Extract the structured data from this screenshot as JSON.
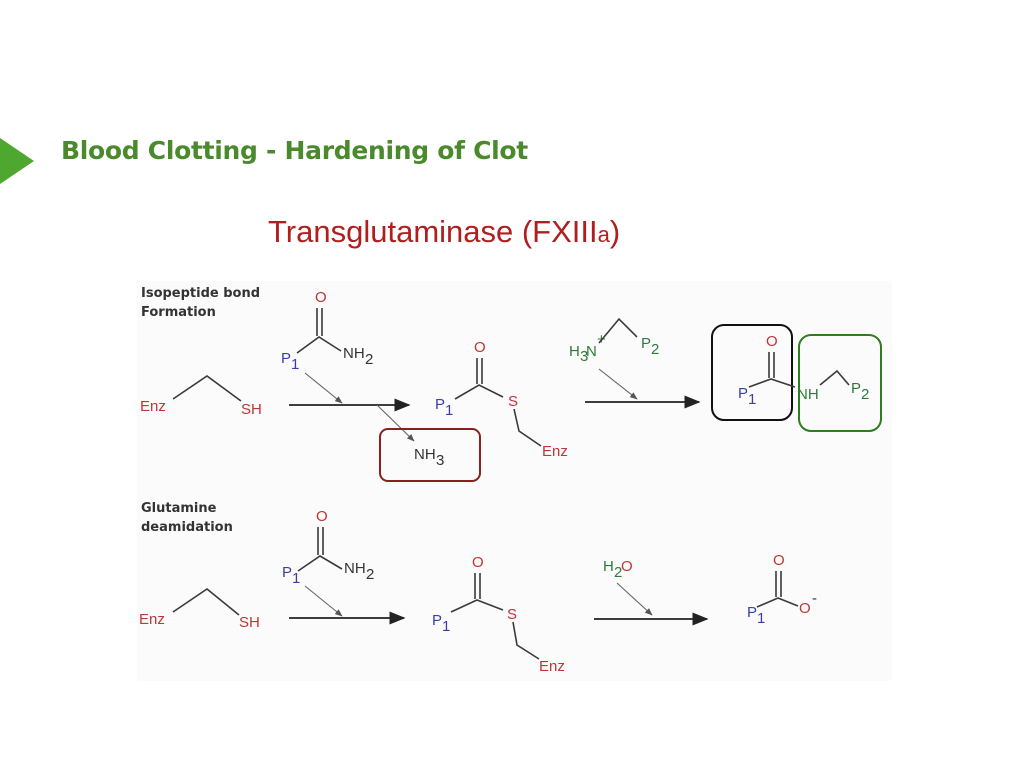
{
  "slide": {
    "title": "Blood Clotting - Hardening of Clot"
  },
  "diagram": {
    "heading_main": "Transglutaminase (FXIII",
    "heading_sub": "a",
    "heading_close": ")",
    "row1": {
      "section_line1": "Isopeptide bond",
      "section_line2": "Formation",
      "enz": "Enz",
      "sh": "SH",
      "o": "O",
      "p": "P",
      "one": "1",
      "two": "2",
      "nh": "NH",
      "h": "H",
      "n": "N",
      "three": "3",
      "plus": "+",
      "s": "S"
    },
    "row2": {
      "section_line1": "Glutamine",
      "section_line2": "deamidation",
      "enz": "Enz",
      "sh": "SH",
      "o": "O",
      "p": "P",
      "one": "1",
      "two": "2",
      "nh": "NH",
      "h": "H",
      "s": "S",
      "minus": "-"
    },
    "highlight_colors": {
      "byproduct_box": "#8b2020",
      "carbonyl_box": "#111111",
      "amine_box": "#2e7d1f"
    }
  }
}
